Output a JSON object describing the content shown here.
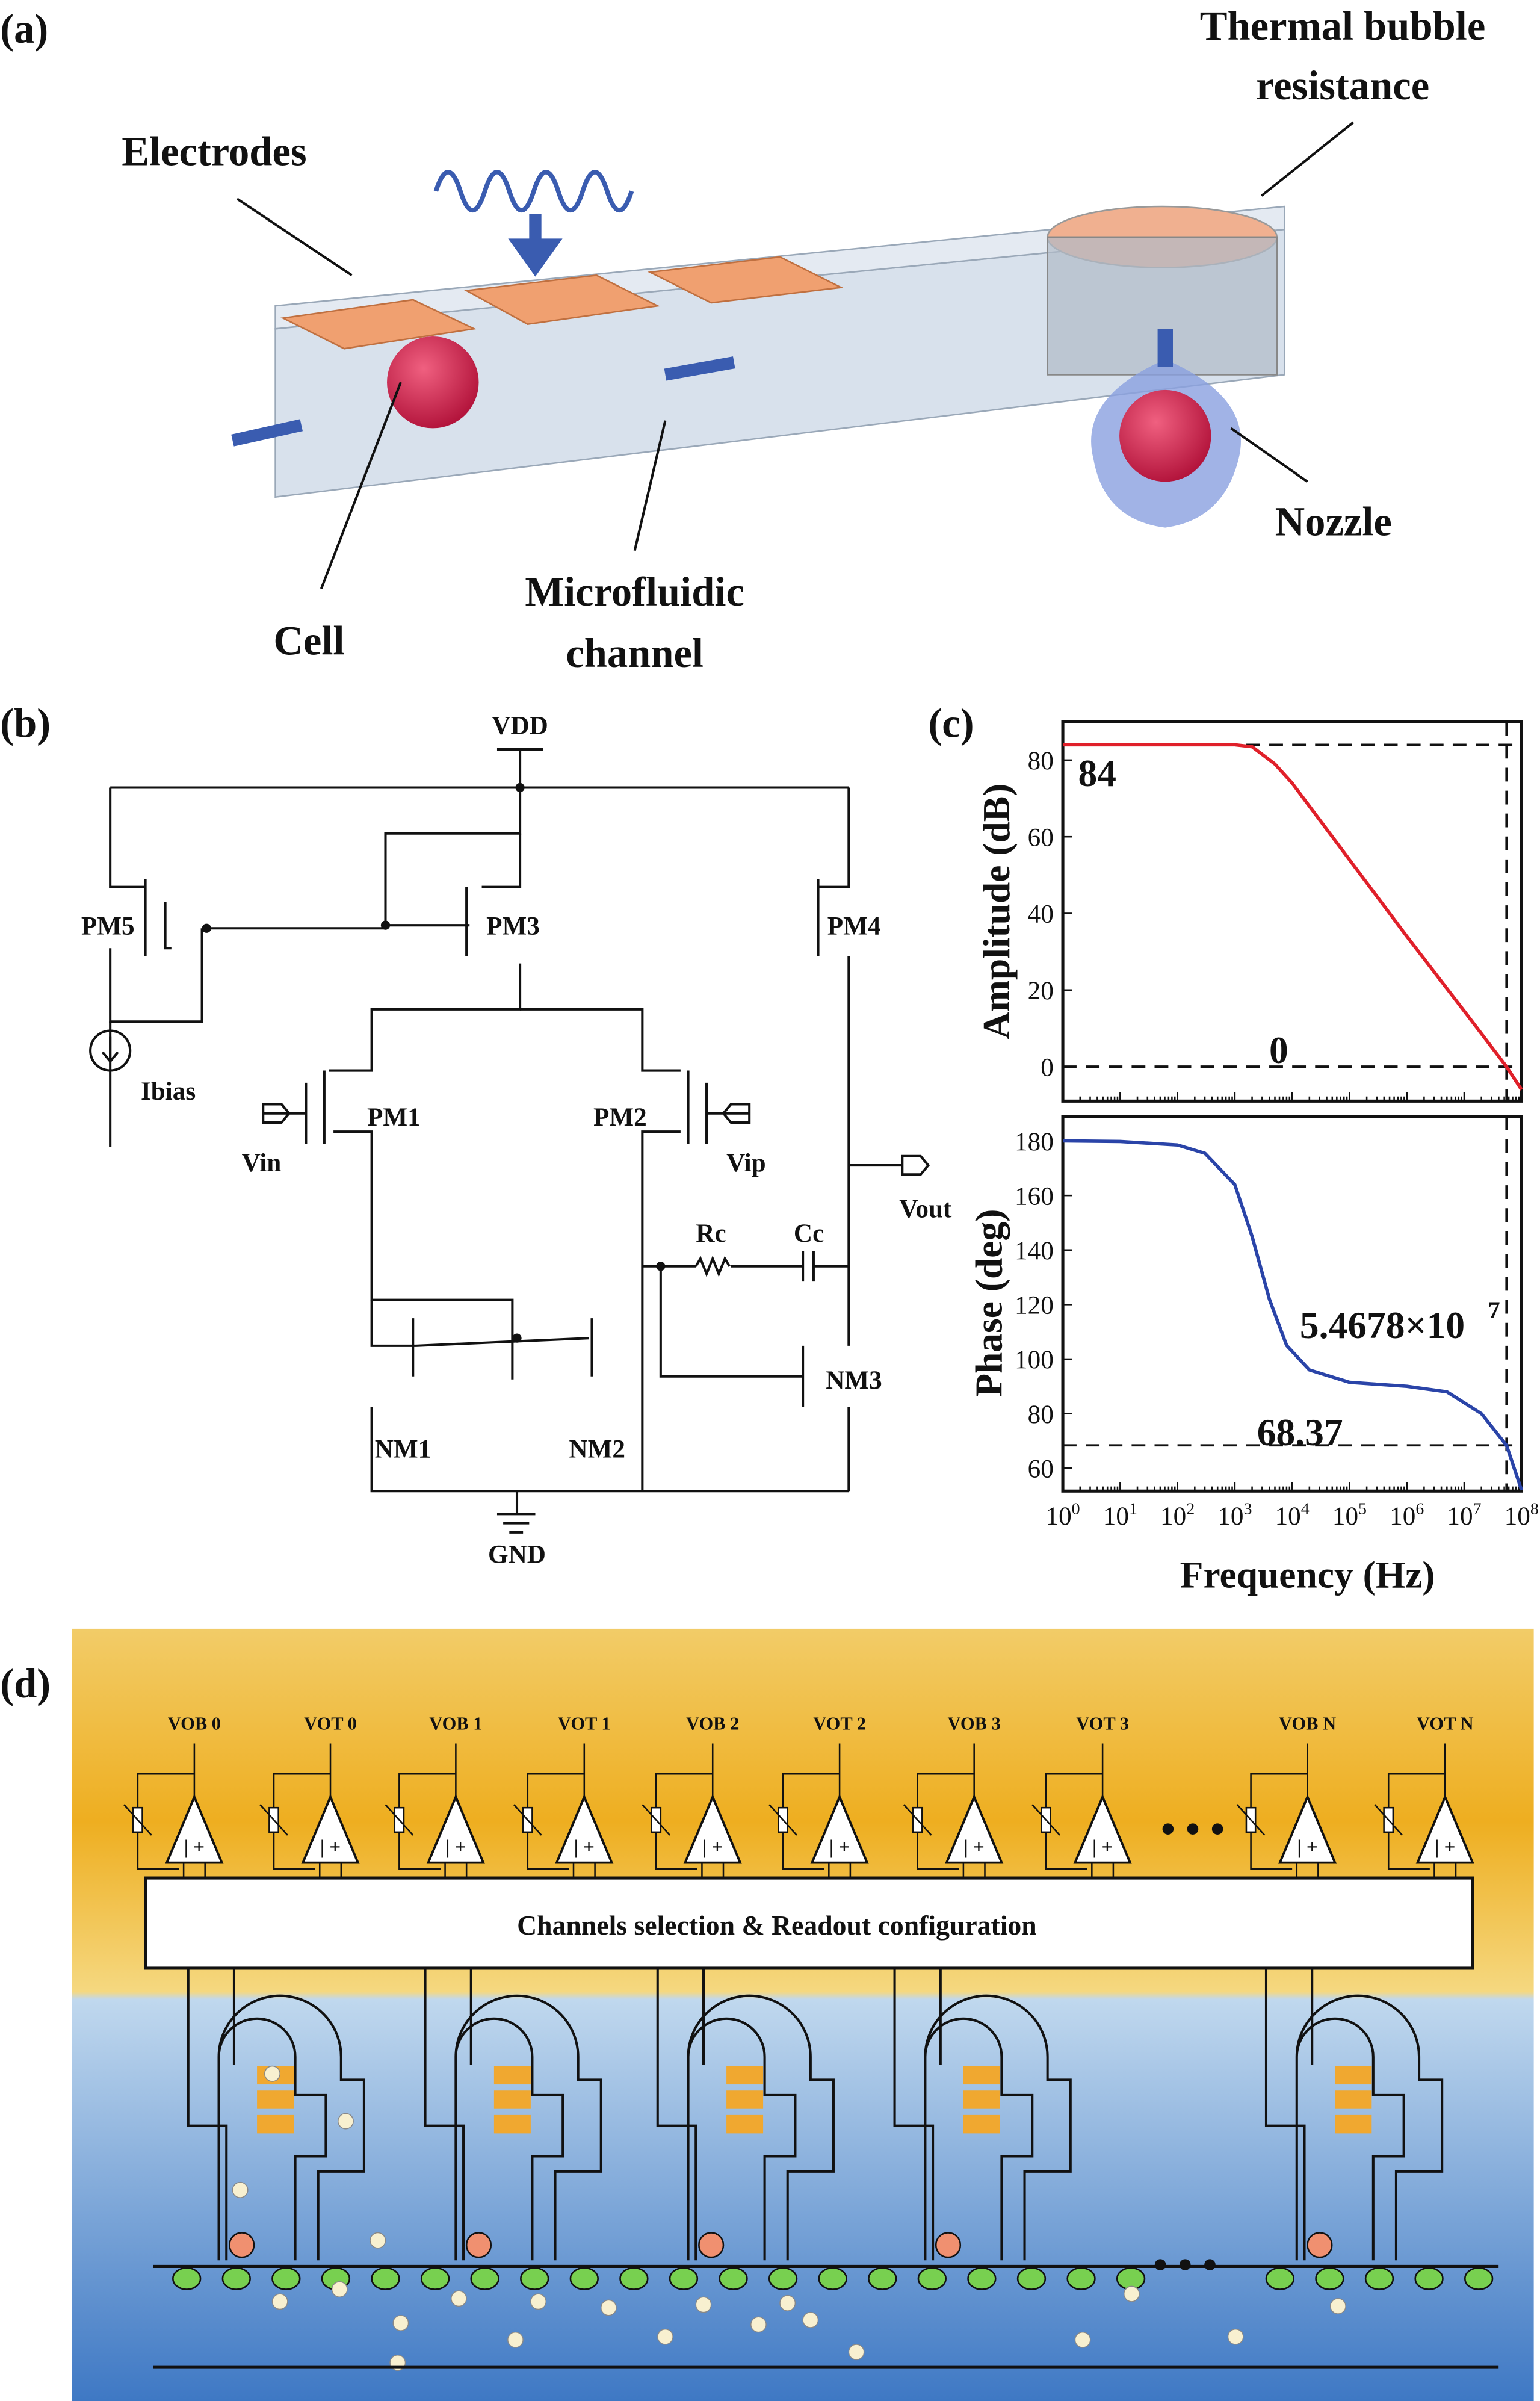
{
  "panel_a": {
    "tag": "(a)",
    "labels": {
      "thermal1": "Thermal bubble",
      "thermal2": "resistance",
      "electrodes": "Electrodes",
      "cell": "Cell",
      "micro1": "Microfluidic",
      "micro2": "channel",
      "nozzle": "Nozzle"
    },
    "colors": {
      "electrode": "#f0a070",
      "cell": "#d0204a",
      "channel": "#c8d4e4",
      "arrow": "#3a5cb0"
    }
  },
  "panel_b": {
    "tag": "(b)",
    "labels": {
      "vdd": "VDD",
      "gnd": "GND",
      "pm1": "PM1",
      "pm2": "PM2",
      "pm3": "PM3",
      "pm4": "PM4",
      "pm5": "PM5",
      "nm1": "NM1",
      "nm2": "NM2",
      "nm3": "NM3",
      "ibias": "Ibias",
      "vin": "Vin",
      "vip": "Vip",
      "vout": "Vout",
      "rc": "Rc",
      "cc": "Cc"
    }
  },
  "panel_c": {
    "tag": "(c)"
  },
  "chart_data": [
    {
      "type": "line",
      "ylabel": "Amplitude (dB)",
      "xscale": "log",
      "xlim": [
        1,
        100000000
      ],
      "ylim": [
        -9,
        90
      ],
      "yticks": [
        "0",
        "20",
        "40",
        "60",
        "80"
      ],
      "color": "#e0202a",
      "x": [
        1,
        10,
        100,
        1000,
        2000,
        5000,
        10000,
        100000,
        1000000,
        10000000,
        54678000,
        100000000
      ],
      "y": [
        84,
        84,
        84,
        84,
        83.5,
        79,
        74,
        54,
        34,
        14.5,
        0,
        -6
      ],
      "annotations": [
        "84",
        "0"
      ],
      "reference_lines": {
        "y": [
          84,
          0
        ],
        "x": [
          54678000
        ]
      }
    },
    {
      "type": "line",
      "ylabel": "Phase (deg)",
      "xlabel": "Frequency (Hz)",
      "xscale": "log",
      "xlim": [
        1,
        100000000
      ],
      "ylim": [
        51.6,
        189
      ],
      "yticks": [
        "60",
        "80",
        "100",
        "120",
        "140",
        "160",
        "180"
      ],
      "xticks": [
        "10^0",
        "10^1",
        "10^2",
        "10^3",
        "10^4",
        "10^5",
        "10^6",
        "10^7",
        "10^8"
      ],
      "color": "#2a44a8",
      "x": [
        1,
        10,
        100,
        300,
        1000,
        2000,
        4000,
        8000,
        20000,
        100000,
        1000000,
        5000000,
        20000000,
        54678000,
        100000000
      ],
      "y": [
        180,
        179.8,
        178.5,
        175.5,
        164,
        145,
        122,
        105,
        96,
        91.5,
        90,
        88,
        80,
        68.37,
        52
      ],
      "annotations": [
        "5.4678×10",
        "7",
        "68.37"
      ],
      "reference_lines": {
        "y": [
          68.37
        ],
        "x": [
          54678000
        ]
      }
    }
  ],
  "panel_d": {
    "tag": "(d)",
    "outputs": [
      "VOB 0",
      "VOT 0",
      "VOB 1",
      "VOT 1",
      "VOB 2",
      "VOT 2",
      "VOB 3",
      "VOT 3",
      "VOB N",
      "VOT N"
    ],
    "box_label": "Channels selection & Readout configuration",
    "ellipsis": "• • •",
    "colors": {
      "top": "#f0b020",
      "bottom": "#4a80c8",
      "electrode": "#78d050",
      "pad": "#f0a830",
      "cell": "#f09070"
    }
  }
}
